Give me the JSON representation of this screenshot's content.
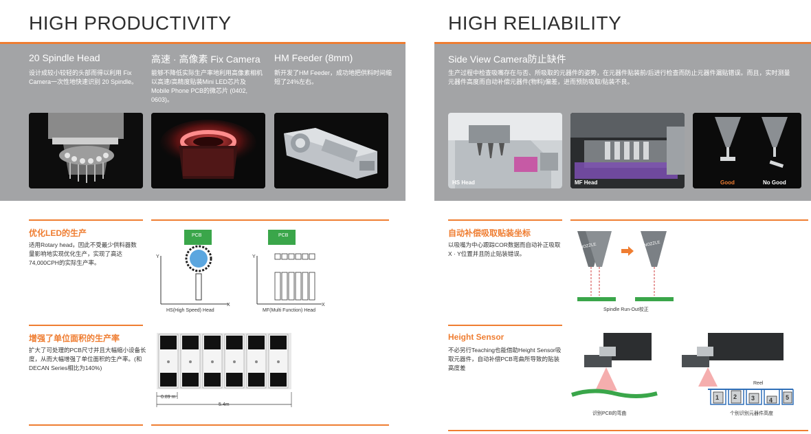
{
  "left": {
    "title": "HIGH PRODUCTIVITY",
    "features": [
      {
        "title": "20 Spindle Head",
        "desc": "设计成较小较轻的头部而得以利用 Fix Camera一次性地快速识别 20 Spindle。"
      },
      {
        "title": "高速 · 高像素 Fix Camera",
        "desc": "能够不降低实际生产率地利用高像素相机以高速/高精度贴装Mini LED芯片及Mobile Phone PCB的微芯片 (0402, 0603)。"
      },
      {
        "title": "HM Feeder (8mm)",
        "desc": "新开发了HM Feeder，成功地把供料时间缩短了24%左右。"
      }
    ],
    "sections": [
      {
        "title": "优化LED的生产",
        "desc": "适用Rotary head，因此不受最少供料器数量影响地实现优化生产，实现了高达74,000CPH的实际生产率。",
        "diagram": {
          "pcb_label": "PCB",
          "axis_y": "Y",
          "axis_x": "X",
          "hs_caption": "HS(High Speed) Head",
          "mf_caption": "MF(Multi Function) Head"
        }
      },
      {
        "title": "增强了单位面积的生产率",
        "desc": "扩大了可处理的PCB尺寸并且大幅缩小设备长度，从而大幅增强了单位面积的生产率。(和DECAN Series相比为140%)",
        "diagram": {
          "dim_small": "0.89 m",
          "dim_total": "5.4m"
        }
      }
    ]
  },
  "right": {
    "title": "HIGH RELIABILITY",
    "feature": {
      "title": "Side View Camera防止缺件",
      "desc": "生产过程中检查吸嘴存在与否、所吸取的元器件的姿势，在元器件贴装前/后进行检查而防止元器件漏贴错误。而且，实时测量元器件高度而自动补偿元器件(物料)偏差，进而预防吸取/贴装不良。",
      "photos": [
        {
          "label": "HS Head"
        },
        {
          "label": "MF Head"
        },
        {
          "label_good": "Good",
          "label_bad": "No Good"
        }
      ]
    },
    "sections": [
      {
        "title": "自动补偿吸取贴装坐标",
        "desc": "以吸嘴为中心跟踪COR数据而自动补正吸取X · Y位置并且防止贴装错误。",
        "diagram": {
          "nozzle_text": "NOZZLE",
          "caption": "Spindle Run-Out校正"
        }
      },
      {
        "title": "Height Sensor",
        "desc": "不必另行Teaching也能借助Height Sensor吸取元器件，自动补偿PCB弯曲所导致的贴装高度差",
        "diagram": {
          "reel_label": "Reel",
          "caption_left": "识别PCB的弯曲",
          "caption_right": "个别识别元器件高度",
          "bins": [
            "1",
            "2",
            "3",
            "4",
            "5"
          ]
        }
      }
    ]
  },
  "colors": {
    "accent": "#ef7d31",
    "band": "#a3a4a6",
    "pcb_green": "#3aa64a",
    "title_text": "#2e2e2e"
  }
}
